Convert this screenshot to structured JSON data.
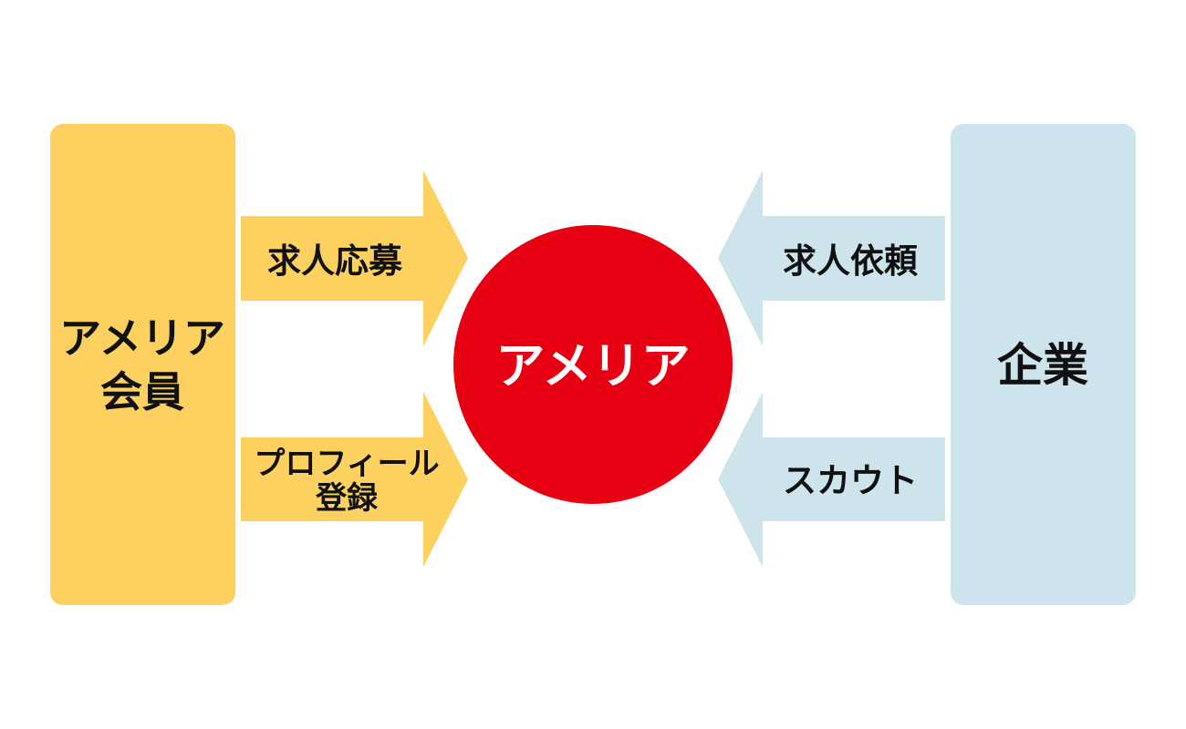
{
  "left_box": {
    "label_line1": "アメリア",
    "label_line2": "会員",
    "color": "#FCD160"
  },
  "right_box": {
    "label": "企業",
    "color": "#CDE4EC"
  },
  "center_circle": {
    "label": "アメリア",
    "color": "#E60012",
    "text_color": "#FFFFFF"
  },
  "left_arrows": [
    {
      "label_line1": "求人応募",
      "label_line2": ""
    },
    {
      "label_line1": "プロフィール",
      "label_line2": "登録"
    }
  ],
  "right_arrows": [
    {
      "label": "求人依頼"
    },
    {
      "label": "スカウト"
    }
  ],
  "text_color": "#111111"
}
